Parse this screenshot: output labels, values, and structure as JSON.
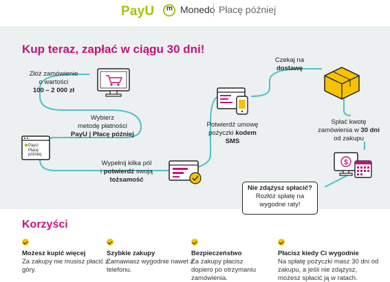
{
  "header": {
    "payu_logo": "PayU",
    "monedo_logo": "Monedo",
    "place_pozniej_logo": "Płacę później"
  },
  "headline": "Kup teraz, zapłać w ciągu 30 dni!",
  "steps": {
    "order_line1": "Złóż zamówienie",
    "order_line2": "o wartości",
    "order_line3": "100 – 2 000 zł",
    "payment_line1": "Wybierz",
    "payment_line2": "metodę płatności",
    "payment_line3": "PayU | Płacę później",
    "form_line1": "Wypełnij kilka pól",
    "form_line2_a": "i ",
    "form_line2_b": "potwierdź",
    "form_line2_c": " swoją",
    "form_line3": "tożsamość",
    "sms_line1": "Potwierdź umowę",
    "sms_line2_a": "pożyczki ",
    "sms_line2_b": "kodem SMS",
    "delivery_line1": "Czekaj na",
    "delivery_line2": "dostawę",
    "repay_line1": "Spłać kwotę",
    "repay_line2_a": "zamówienia w ",
    "repay_line2_b": "30 dni",
    "repay_line3": "od zakupu",
    "payu_tile_line1": "PayU",
    "payu_tile_line2": "Płacę",
    "payu_tile_line3": "później"
  },
  "callout": {
    "line1": "Nie zdążysz spłacić?",
    "line2": "Rozłóż spłatę na",
    "line3": "wygodne raty!"
  },
  "benefits_title": "Korzyści",
  "benefits": [
    {
      "title": "Możesz kupić więcej",
      "text": "Za zakupy nie musisz płacić z góry."
    },
    {
      "title": "Szybkie zakupy",
      "text": "Zamawiasz wygodnie nawet z telefonu."
    },
    {
      "title": "Bezpieczeństwo",
      "text": "Za zakupy płacisz dopiero po otrzymaniu zamówienia."
    },
    {
      "title": "Płacisz kiedy Ci wygodnie",
      "text": "Na spłatę pożyczki masz 30 dni od zakupu, a jeśli nie zdążysz, możesz spłacić ją w ratach."
    }
  ],
  "colors": {
    "accent": "#c4127a",
    "teal": "#4cc1c6",
    "green": "#a6c307",
    "yellow": "#f5c400",
    "background": "#ecf0f1"
  }
}
